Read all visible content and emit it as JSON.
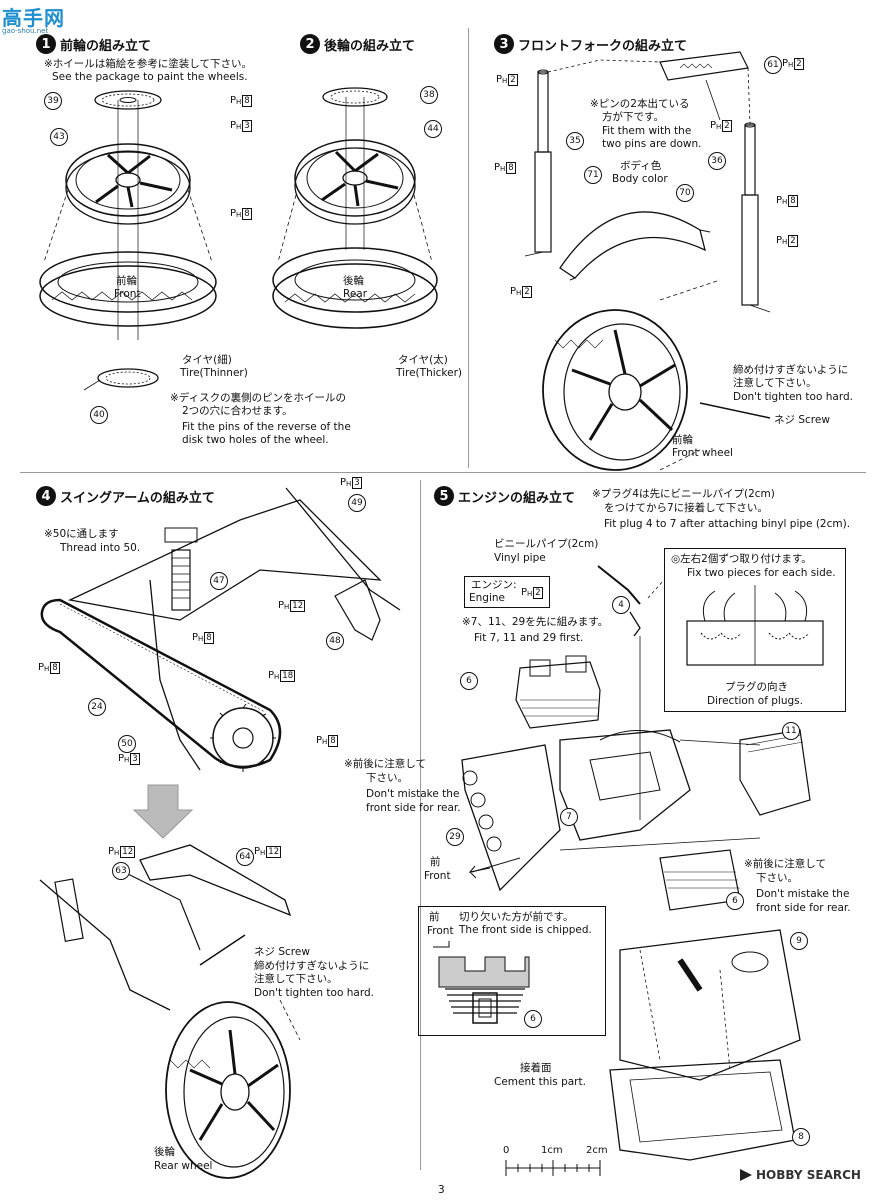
{
  "watermark_top": {
    "chars": "高手网",
    "sub": "gao-shou.net"
  },
  "watermark_bottom": {
    "brand": "HOBBY SEARCH"
  },
  "page_number": "3",
  "scale": {
    "labels": [
      "0",
      "1cm",
      "2cm"
    ]
  },
  "step1": {
    "num": "1",
    "title": "前輪の組み立て",
    "note_jp": "※ホイールは箱絵を参考に塗装して下さい。",
    "note_en": "See the package to paint the wheels.",
    "parts": [
      "39",
      "43",
      "40"
    ],
    "ph": [
      {
        "label": "P",
        "sub": "H",
        "val": "8"
      },
      {
        "label": "P",
        "sub": "H",
        "val": "3"
      },
      {
        "label": "P",
        "sub": "H",
        "val": "8"
      }
    ],
    "tire_label_jp": "前輪",
    "tire_label_en": "Front",
    "tire_jp": "タイヤ(細)",
    "tire_en": "Tire(Thinner)",
    "disk_jp1": "※ディスクの裏側のピンをホイールの",
    "disk_jp2": "2つの穴に合わせます。",
    "disk_en1": "Fit the pins of the reverse of the",
    "disk_en2": "disk two holes of the wheel."
  },
  "step2": {
    "num": "2",
    "title": "後輪の組み立て",
    "parts": [
      "38",
      "44"
    ],
    "tire_label_jp": "後輪",
    "tire_label_en": "Rear",
    "tire_jp": "タイヤ(太)",
    "tire_en": "Tire(Thicker)"
  },
  "step3": {
    "num": "3",
    "title": "フロントフォークの組み立て",
    "parts": [
      "61",
      "35",
      "36",
      "71",
      "70"
    ],
    "ph": [
      {
        "label": "P",
        "sub": "H",
        "val": "2"
      },
      {
        "label": "P",
        "sub": "H",
        "val": "2"
      },
      {
        "label": "P",
        "sub": "H",
        "val": "8"
      },
      {
        "label": "P",
        "sub": "H",
        "val": "2"
      },
      {
        "label": "P",
        "sub": "H",
        "val": "8"
      },
      {
        "label": "P",
        "sub": "H",
        "val": "2"
      },
      {
        "label": "P",
        "sub": "H",
        "val": "2"
      }
    ],
    "pin_jp1": "※ピンの2本出ている",
    "pin_jp2": "方が下です。",
    "pin_en1": "Fit them with the",
    "pin_en2": "two pins are down.",
    "body_jp": "ボディ色",
    "body_en": "Body color",
    "tighten_jp1": "締め付けすぎないように",
    "tighten_jp2": "注意して下さい。",
    "tighten_en": "Don't tighten too hard.",
    "screw": "ネジ Screw",
    "wheel_jp": "前輪",
    "wheel_en": "Front wheel"
  },
  "step4": {
    "num": "4",
    "title": "スイングアームの組み立て",
    "thread_jp": "※50に通します",
    "thread_en": "Thread into 50.",
    "parts": [
      "49",
      "47",
      "24",
      "50",
      "48",
      "63",
      "64"
    ],
    "ph": [
      {
        "label": "P",
        "sub": "H",
        "val": "3"
      },
      {
        "label": "P",
        "sub": "H",
        "val": "12"
      },
      {
        "label": "P",
        "sub": "H",
        "val": "8"
      },
      {
        "label": "P",
        "sub": "H",
        "val": "8"
      },
      {
        "label": "P",
        "sub": "H",
        "val": "18"
      },
      {
        "label": "P",
        "sub": "H",
        "val": "8"
      },
      {
        "label": "P",
        "sub": "H",
        "val": "3"
      },
      {
        "label": "P",
        "sub": "H",
        "val": "12"
      },
      {
        "label": "P",
        "sub": "H",
        "val": "12"
      }
    ],
    "screw": "ネジ Screw",
    "tighten_jp1": "締め付けすぎないように",
    "tighten_jp2": "注意して下さい。",
    "tighten_en": "Don't tighten too hard.",
    "wheel_jp": "後輪",
    "wheel_en": "Rear wheel"
  },
  "step5": {
    "num": "5",
    "title": "エンジンの組み立て",
    "plug_jp1": "※プラグ4は先にビニールパイプ(2cm)",
    "plug_jp2": "をつけてから7に接着して下さい。",
    "plug_en": "Fit plug 4 to 7 after attaching binyl pipe (2cm).",
    "vinyl_jp": "ビニールパイプ(2cm)",
    "vinyl_en": "Vinyl pipe",
    "engine_jp": "エンジン:",
    "engine_en": "Engine",
    "engine_ph": {
      "label": "P",
      "sub": "H",
      "val": "2"
    },
    "first_jp": "※7、11、29を先に組みます。",
    "first_en": "Fit 7, 11 and 29 first.",
    "fix_jp": "◎左右2個ずつ取り付けます。",
    "fix_en": "Fix two pieces for each side.",
    "plugdir_jp": "プラグの向き",
    "plugdir_en": "Direction of plugs.",
    "parts": [
      "6",
      "4",
      "11",
      "7",
      "29",
      "6",
      "9",
      "6",
      "8"
    ],
    "care_jp1": "※前後に注意して",
    "care_jp2": "下さい。",
    "care_en1": "Don't mistake the",
    "care_en2": "front side for rear.",
    "front_jp": "前",
    "front_en": "Front",
    "chip_jp": "切り欠いた方が前です。",
    "chip_en": "The front side is chipped.",
    "cement_jp": "接着面",
    "cement_en": "Cement this part."
  }
}
